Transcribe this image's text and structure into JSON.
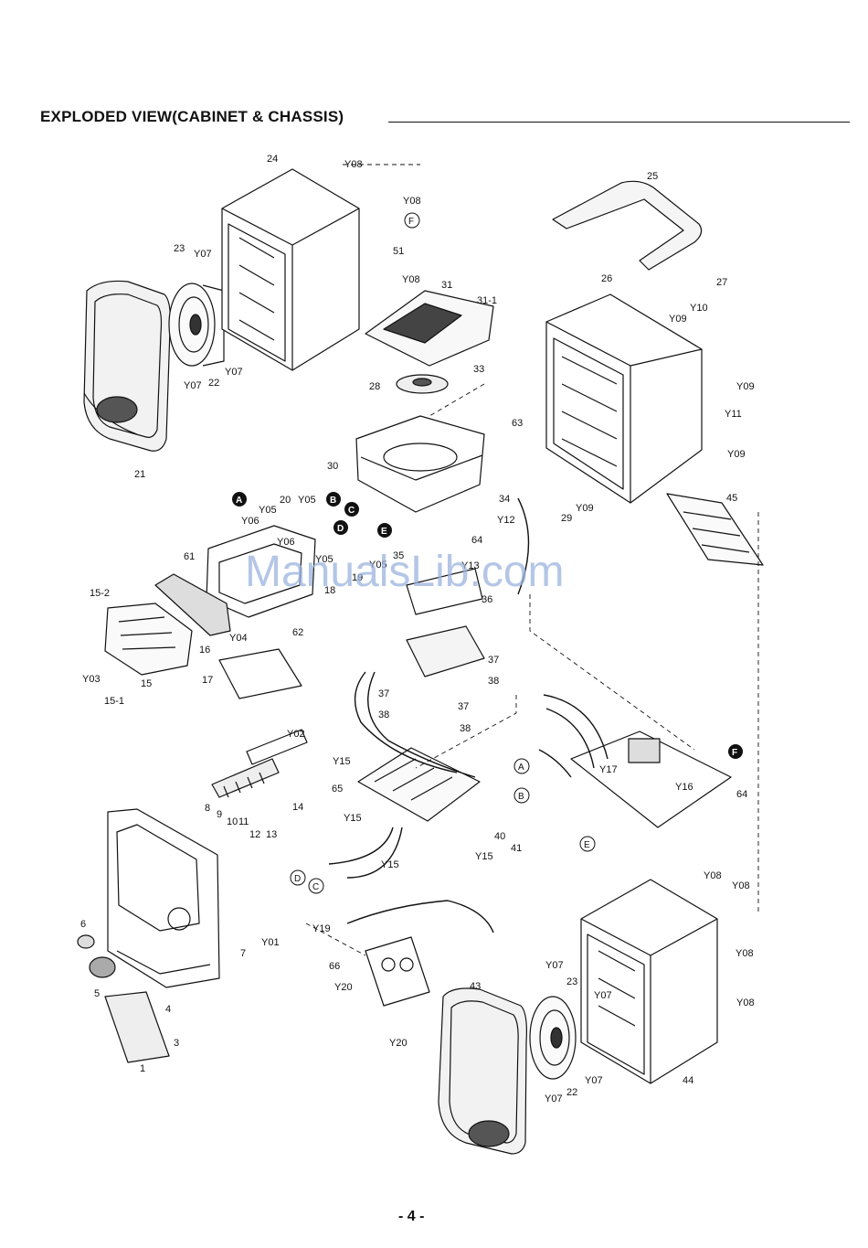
{
  "header": {
    "title": "EXPLODED VIEW(CABINET & CHASSIS)"
  },
  "watermark": "ManualsLib.com",
  "footer": {
    "page_number": "- 4 -"
  },
  "colors": {
    "ink": "#111111",
    "watermark": "#9bb4de",
    "background": "#ffffff"
  },
  "callouts": {
    "c24": "24",
    "cY08a": "Y08",
    "cY08b": "Y08",
    "cF1": "F",
    "c51": "51",
    "cY08c": "Y08",
    "c23": "23",
    "cY07a": "Y07",
    "c31": "31",
    "c31_1": "31-1",
    "cY07b": "Y07",
    "c22": "22",
    "cY07c": "Y07",
    "c21": "21",
    "c28": "28",
    "c33": "33",
    "c25": "25",
    "c26": "26",
    "c27": "27",
    "cY10": "Y10",
    "cY09a": "Y09",
    "cY09b": "Y09",
    "cY11": "Y11",
    "cY09c": "Y09",
    "c63": "63",
    "c30": "30",
    "c34": "34",
    "cY12": "Y12",
    "cY09d": "Y09",
    "c29": "29",
    "c45": "45",
    "cA1": "A",
    "cY06a": "Y06",
    "cY05a": "Y05",
    "c20": "20",
    "cY05b": "Y05",
    "cB1": "B",
    "cC1": "C",
    "cD1": "D",
    "cY06b": "Y06",
    "cE1": "E",
    "c64a": "64",
    "c61": "61",
    "cY05c": "Y05",
    "cY05d": "Y05",
    "c35": "35",
    "cY13": "Y13",
    "c19": "19",
    "c18": "18",
    "c36": "36",
    "c62": "62",
    "c15_2": "15-2",
    "cY04": "Y04",
    "c16": "16",
    "cY03": "Y03",
    "c15": "15",
    "c15_1": "15-1",
    "c17": "17",
    "c37a": "37",
    "c38a": "38",
    "c37b": "37",
    "c38b": "38",
    "c37c": "37",
    "c38c": "38",
    "cY02": "Y02",
    "cY15a": "Y15",
    "c65": "65",
    "cA2": "A",
    "cB2": "B",
    "cF2": "F",
    "cY17": "Y17",
    "cY16": "Y16",
    "c64b": "64",
    "c8": "8",
    "c9": "9",
    "c10": "10",
    "c11": "11",
    "c12": "12",
    "c13": "13",
    "c14": "14",
    "cY15b": "Y15",
    "c40": "40",
    "c41": "41",
    "cE2": "E",
    "cY15c": "Y15",
    "cY15d": "Y15",
    "cD2": "D",
    "cC2": "C",
    "c6": "6",
    "c7": "7",
    "cY01": "Y01",
    "c5": "5",
    "c4": "4",
    "c3": "3",
    "c1": "1",
    "cY19": "Y19",
    "c66": "66",
    "cY20a": "Y20",
    "cY20b": "Y20",
    "c43": "43",
    "cY08d": "Y08",
    "cY08e": "Y08",
    "cY08f": "Y08",
    "cY08g": "Y08",
    "cY07d": "Y07",
    "c23b": "23",
    "cY07e": "Y07",
    "cY07f": "Y07",
    "c22b": "22",
    "cY07g": "Y07",
    "c44": "44"
  }
}
